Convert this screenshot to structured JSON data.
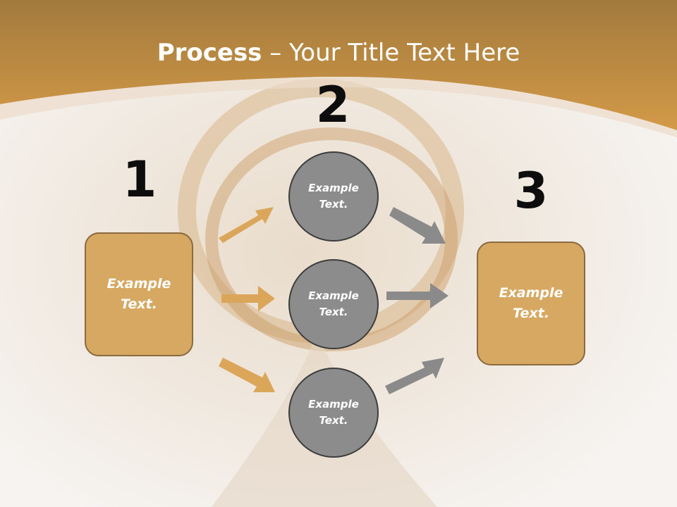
{
  "title": {
    "bold": "Process",
    "rest": " – Your Title Text Here"
  },
  "steps": {
    "one": "1",
    "two": "2",
    "three": "3"
  },
  "left_box": {
    "text": "Example\nText."
  },
  "circles": [
    {
      "text": "Example\nText."
    },
    {
      "text": "Example\nText."
    },
    {
      "text": "Example\nText."
    }
  ],
  "right_box": {
    "text": "Example\nText."
  },
  "colors": {
    "header": "#c99345",
    "box": "#d7a862",
    "circle": "#8c8c8c",
    "arrow_gold": "#dba65a",
    "arrow_gray": "#8a8a8a"
  }
}
